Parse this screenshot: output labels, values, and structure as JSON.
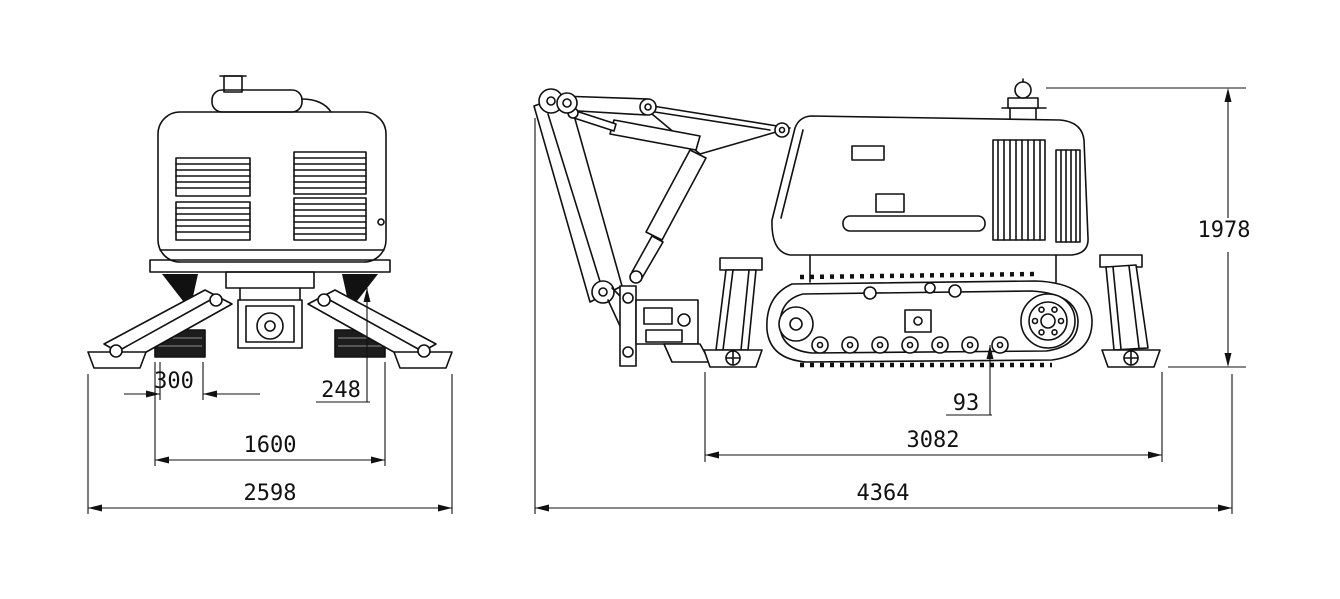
{
  "colors": {
    "background": "#ffffff",
    "line": "#111111"
  },
  "views": {
    "front": {
      "dims": {
        "d300": "300",
        "d248": "248",
        "d1600": "1600",
        "d2598": "2598"
      }
    },
    "side": {
      "dims": {
        "d93": "93",
        "d3082": "3082",
        "d4364": "4364",
        "d1978": "1978"
      }
    }
  }
}
